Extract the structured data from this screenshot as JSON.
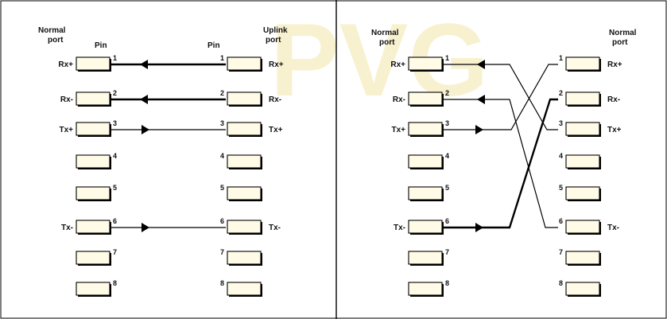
{
  "watermark": {
    "text": "PVG",
    "color": "#f0e0a0"
  },
  "panels": [
    {
      "id": "straight",
      "left_header": [
        "Normal",
        "port"
      ],
      "left_pin_header": "Pin",
      "right_pin_header": "Pin",
      "right_header": [
        "Uplink",
        "port"
      ],
      "left_signals": [
        "Rx+",
        "Rx-",
        "Tx+",
        "",
        "",
        "Tx-",
        "",
        ""
      ],
      "right_signals": [
        "Rx+",
        "Rx-",
        "Tx+",
        "",
        "",
        "Tx-",
        "",
        ""
      ],
      "pins": [
        "1",
        "2",
        "3",
        "4",
        "5",
        "6",
        "7",
        "8"
      ]
    },
    {
      "id": "crossover",
      "left_header": [
        "Normal",
        "port"
      ],
      "right_header": [
        "Normal",
        "port"
      ],
      "left_signals": [
        "Rx+",
        "Rx-",
        "Tx+",
        "",
        "",
        "Tx-",
        "",
        ""
      ],
      "right_signals": [
        "Rx+",
        "Rx-",
        "Tx+",
        "",
        "",
        "Tx-",
        "",
        ""
      ],
      "pins": [
        "1",
        "2",
        "3",
        "4",
        "5",
        "6",
        "7",
        "8"
      ]
    }
  ]
}
